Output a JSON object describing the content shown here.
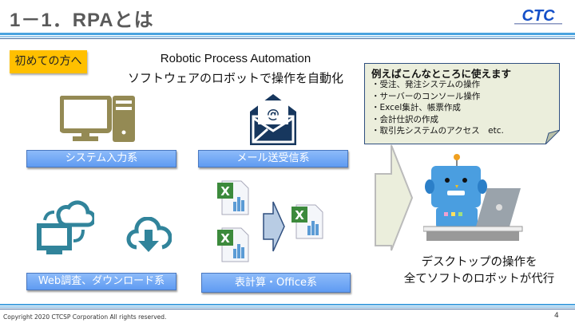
{
  "header": {
    "title": "1－1．RPAとは",
    "logo_text": "CTC"
  },
  "tag": "初めての方へ",
  "subtitle": {
    "line1": "Robotic Process Automation",
    "line2": "ソフトウェアのロボットで操作を自動化"
  },
  "callout": {
    "heading": "例えばこんなところに使えます",
    "items": [
      "・受注、発注システムの操作",
      "・サーバーのコンソール操作",
      "・Excel集計、帳票作成",
      "・会計仕訳の作成",
      "・取引先システムのアクセス　etc."
    ]
  },
  "categories": [
    "システム入力系",
    "メール送受信系",
    "Web調査、ダウンロード系",
    "表計算・Office系"
  ],
  "robot_caption": {
    "line1": "デスクトップの操作を",
    "line2": "全てソフトのロボットが代行"
  },
  "footer": {
    "copyright": "Copyright 2020 CTCSP Corporation All rights reserved.",
    "page": "4"
  },
  "colors": {
    "tag": "#FFC000",
    "label": "#6FA8F7",
    "computer": "#948A54",
    "mail": "#17375E",
    "web": "#31849B"
  }
}
